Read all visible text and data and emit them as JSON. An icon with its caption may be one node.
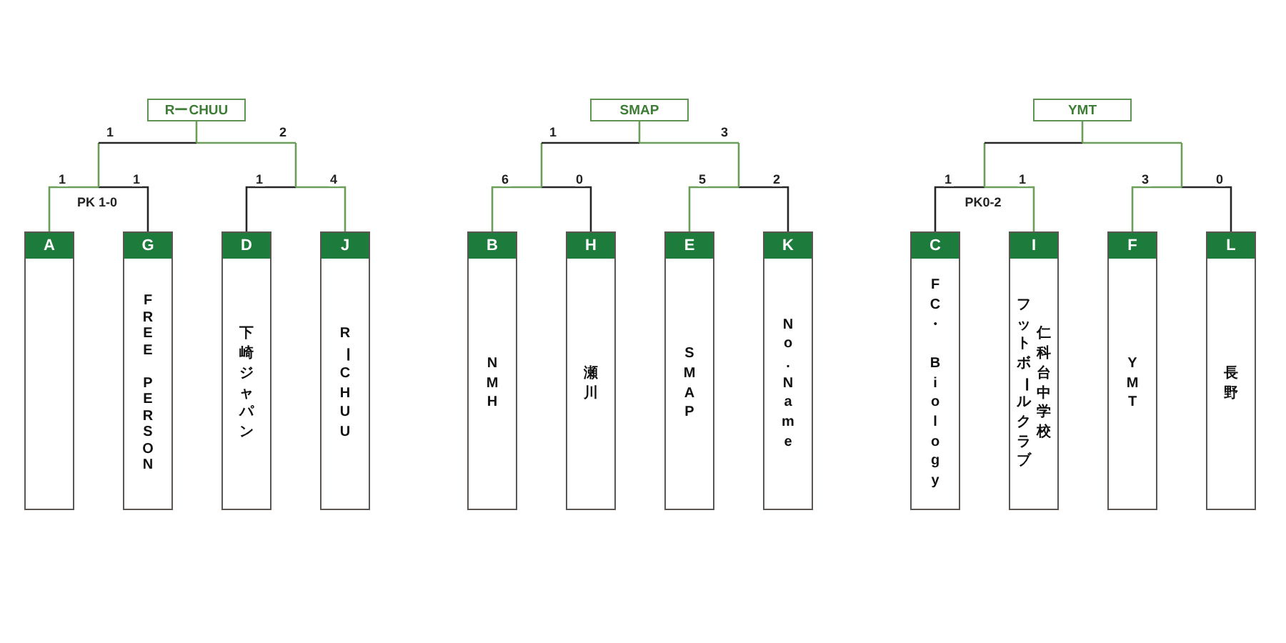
{
  "diagram": {
    "nodes": [
      {
        "text": [
          "RーCHUU"
        ]
      },
      {
        "text": [
          "A"
        ]
      },
      {
        "text": [
          "G",
          "FREE PERSON"
        ]
      },
      {
        "text": [
          "D",
          "下崎ジャパン"
        ]
      },
      {
        "text": [
          "J",
          "RーCHUU"
        ]
      },
      {
        "text": [
          "SMAP"
        ]
      },
      {
        "text": [
          "B",
          "NMH"
        ]
      },
      {
        "text": [
          "H",
          "瀬川"
        ]
      },
      {
        "text": [
          "E",
          "SMAP"
        ]
      },
      {
        "text": [
          "K",
          "No.Name"
        ]
      },
      {
        "text": [
          "YMT"
        ]
      },
      {
        "text": [
          "C",
          "FC・ Biology"
        ]
      },
      {
        "text": [
          "I",
          "仁科台中学校",
          "フットボールクラブ"
        ]
      },
      {
        "text": [
          "F",
          "YMT"
        ]
      },
      {
        "text": [
          "L",
          "長野"
        ]
      }
    ],
    "edges": [
      {
        "from": 1,
        "to": 0,
        "arrow": "none",
        "label": "1"
      },
      {
        "from": 2,
        "to": 0,
        "arrow": "none",
        "label": "1"
      },
      {
        "from": 3,
        "to": 0,
        "arrow": "none",
        "label": "1",
        "color": "#6b9d5b"
      },
      {
        "from": 4,
        "to": 0,
        "arrow": "none",
        "label": "4",
        "color": "#6b9d5b"
      },
      {
        "from": 6,
        "to": 5,
        "arrow": "none",
        "label": "6"
      },
      {
        "from": 7,
        "to": 5,
        "arrow": "none",
        "label": "0"
      },
      {
        "from": 8,
        "to": 5,
        "arrow": "none",
        "label": "5",
        "color": "#6b9d5b"
      },
      {
        "from": 9,
        "to": 5,
        "arrow": "none",
        "label": "2",
        "color": "#6b9d5b"
      },
      {
        "from": 11,
        "to": 10,
        "arrow": "none",
        "label": "1"
      },
      {
        "from": 12,
        "to": 10,
        "arrow": "none",
        "label": "1"
      },
      {
        "from": 13,
        "to": 10,
        "arrow": "none",
        "label": "3",
        "color": "#6b9d5b"
      },
      {
        "from": 14,
        "to": 10,
        "arrow": "none",
        "label": "0",
        "color": "#6b9d5b"
      }
    ],
    "labels": [
      "1",
      "2",
      "1",
      "3",
      "PK 1-0",
      "PK0-2"
    ]
  }
}
